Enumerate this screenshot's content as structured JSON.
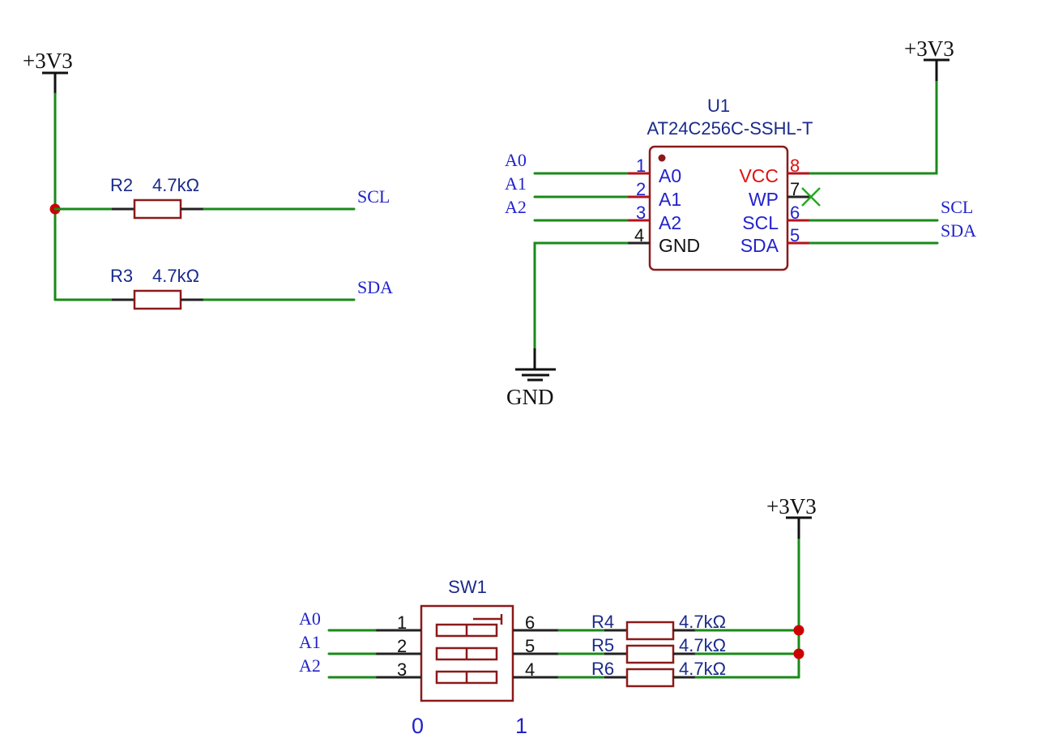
{
  "power": {
    "v1": "+3V3",
    "v2": "+3V3",
    "v3": "+3V3",
    "gnd": "GND"
  },
  "pullups": {
    "r2": {
      "ref": "R2",
      "value": "4.7kΩ",
      "net": "SCL"
    },
    "r3": {
      "ref": "R3",
      "value": "4.7kΩ",
      "net": "SDA"
    }
  },
  "u1": {
    "ref": "U1",
    "part": "AT24C256C-SSHL-T",
    "left_pins": [
      {
        "num": "1",
        "name": "A0",
        "net": "A0"
      },
      {
        "num": "2",
        "name": "A1",
        "net": "A1"
      },
      {
        "num": "3",
        "name": "A2",
        "net": "A2"
      },
      {
        "num": "4",
        "name": "GND"
      }
    ],
    "right_pins": [
      {
        "num": "8",
        "name": "VCC"
      },
      {
        "num": "7",
        "name": "WP"
      },
      {
        "num": "6",
        "name": "SCL",
        "net": "SCL"
      },
      {
        "num": "5",
        "name": "SDA",
        "net": "SDA"
      }
    ]
  },
  "sw1": {
    "ref": "SW1",
    "left_pins": [
      {
        "num": "1",
        "net": "A0"
      },
      {
        "num": "2",
        "net": "A1"
      },
      {
        "num": "3",
        "net": "A2"
      }
    ],
    "right_pins": [
      "6",
      "5",
      "4"
    ],
    "state_low": "0",
    "state_high": "1"
  },
  "resistors": [
    {
      "ref": "R4",
      "value": "4.7kΩ"
    },
    {
      "ref": "R5",
      "value": "4.7kΩ"
    },
    {
      "ref": "R6",
      "value": "4.7kΩ"
    }
  ],
  "colors": {
    "wire": "#1a8a1a",
    "component_body": "#8b1a1a",
    "junction": "#cc0000",
    "net_label": "#2222cc",
    "power_pin_label": "#e01010"
  }
}
